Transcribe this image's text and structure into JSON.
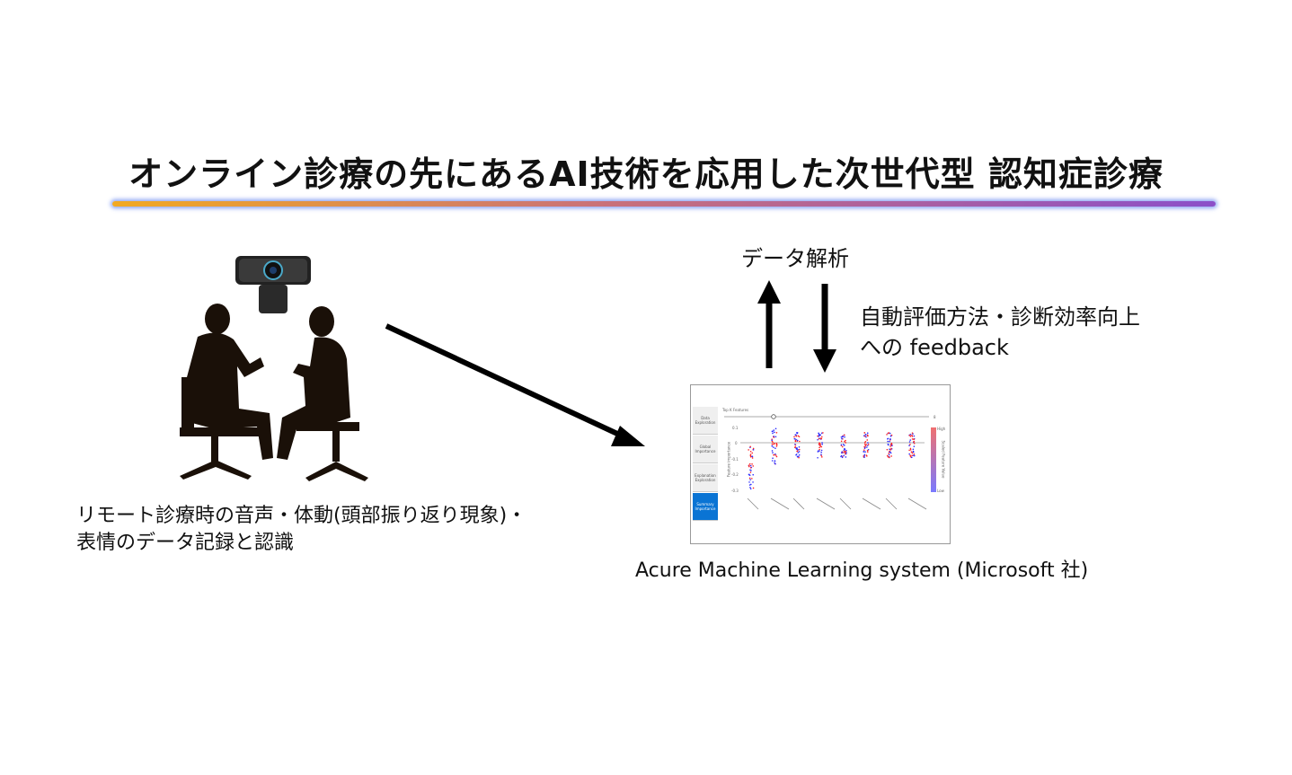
{
  "title": "オンライン診療の先にあるAI技術を応用した次世代型 認知症診療",
  "labels": {
    "data_analysis": "データ解析",
    "feedback_line1": "自動評価方法・診断効率向上",
    "feedback_line2": "への feedback",
    "left_caption_line1": "リモート診療時の音声・体動(頭部振り返り現象)・",
    "left_caption_line2": "表情のデータ記録と認識",
    "ml_caption": "Acure Machine Learning system (Microsoft 社)"
  },
  "ml_screenshot": {
    "tabs": [
      "Data Exploration",
      "Global Importance",
      "Explanation Exploration",
      "Summary Importance"
    ],
    "active_tab": "Summary Importance",
    "slider_label": "Top K Features",
    "slider_value": "8",
    "yticks": [
      "0.1",
      "0",
      "-0.1",
      "-0.2",
      "-0.3"
    ],
    "ylabel": "Feature importance",
    "colorbar": {
      "high": "High",
      "low": "Low",
      "label": "Scaled Feature Value"
    },
    "colors": {
      "high": "#ff2020",
      "low": "#2a2aff",
      "accent": "#0a74d4"
    }
  },
  "colors": {
    "rule_start": "#f2a922",
    "rule_end": "#8b4fc9"
  }
}
